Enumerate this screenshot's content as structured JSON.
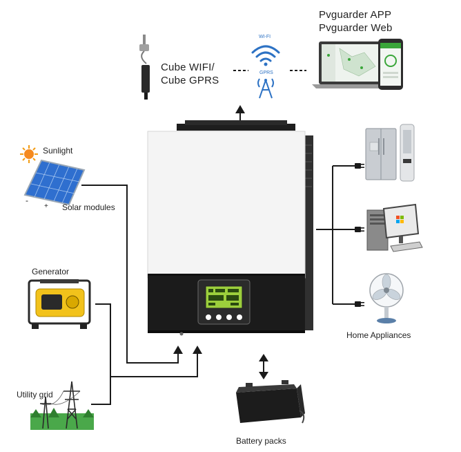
{
  "labels": {
    "pvguarder_app": "Pvguarder APP",
    "pvguarder_web": "Pvguarder Web",
    "cube_wifi": "Cube WIFI/",
    "cube_gprs": "Cube GPRS",
    "wifi_tag": "WI-FI",
    "gprs_tag": "GPRS",
    "sunlight": "Sunlight",
    "solar_modules": "Solar modules",
    "solar_minus": "-",
    "solar_plus": "+",
    "generator": "Generator",
    "utility_grid": "Utility grid",
    "battery_packs": "Battery packs",
    "home_appliances": "Home Appliances"
  },
  "colors": {
    "line": "#1a1a1a",
    "inverter_body": "#f4f4f4",
    "inverter_base": "#1b1b1b",
    "lcd_screen": "#9ccf3c",
    "wifi_blue": "#2d72c4",
    "solar_panel": "#2f6fcf",
    "generator_yellow": "#f2c21b",
    "grass_green": "#4aa84a",
    "sun_orange": "#f39c12"
  }
}
